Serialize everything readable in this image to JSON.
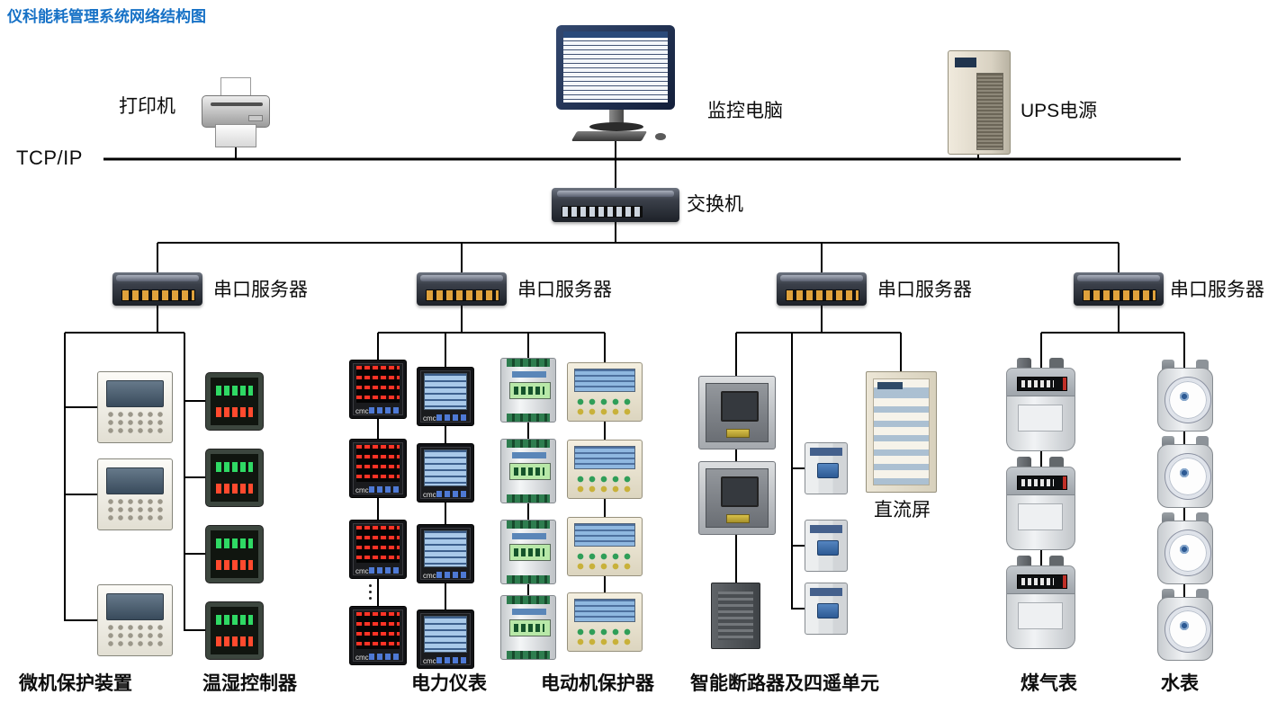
{
  "title": "仪科能耗管理系统网络结构图",
  "backbone": {
    "protocol_label": "TCP/IP",
    "printer": "打印机",
    "monitor": "监控电脑",
    "ups": "UPS电源",
    "switch": "交换机"
  },
  "servers": {
    "label": "串口服务器"
  },
  "devices": {
    "meter_brand": "cmc",
    "dc_panel": "直流屏"
  },
  "bottom_labels": {
    "protection_device": "微机保护装置",
    "temp_humidity_controller": "温湿控制器",
    "power_meter": "电力仪表",
    "motor_protector": "电动机保护器",
    "smart_breaker": "智能断路器及四遥单元",
    "gas_meter": "煤气表",
    "water_meter": "水表"
  }
}
